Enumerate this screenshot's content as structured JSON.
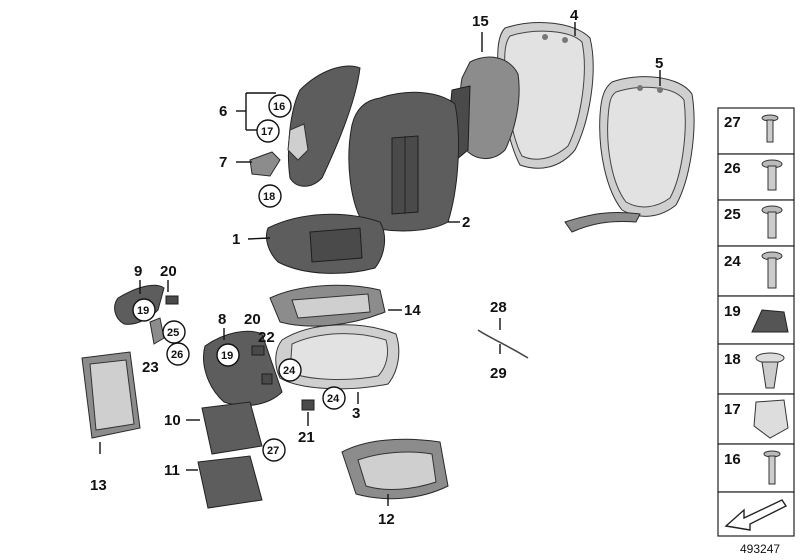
{
  "callouts": {
    "c1": "1",
    "c2": "2",
    "c3": "3",
    "c4": "4",
    "c5": "5",
    "c6": "6",
    "c7": "7",
    "c8": "8",
    "c9": "9",
    "c10": "10",
    "c11": "11",
    "c12": "12",
    "c13": "13",
    "c14": "14",
    "c15": "15",
    "c16": "16",
    "c17": "17",
    "c18": "18",
    "c19a": "19",
    "c19b": "19",
    "c20a": "20",
    "c20b": "20",
    "c21": "21",
    "c22": "22",
    "c23": "23",
    "c24a": "24",
    "c24b": "24",
    "c25": "25",
    "c26": "26",
    "c27": "27",
    "c28": "28",
    "c29": "29"
  },
  "legend": {
    "items": [
      "27",
      "26",
      "25",
      "24",
      "19",
      "18",
      "17",
      "16"
    ]
  },
  "footer": {
    "diagram_number": "493247"
  },
  "icons": [
    "screw-icon",
    "clip-icon",
    "pad-icon",
    "arrow-icon"
  ]
}
